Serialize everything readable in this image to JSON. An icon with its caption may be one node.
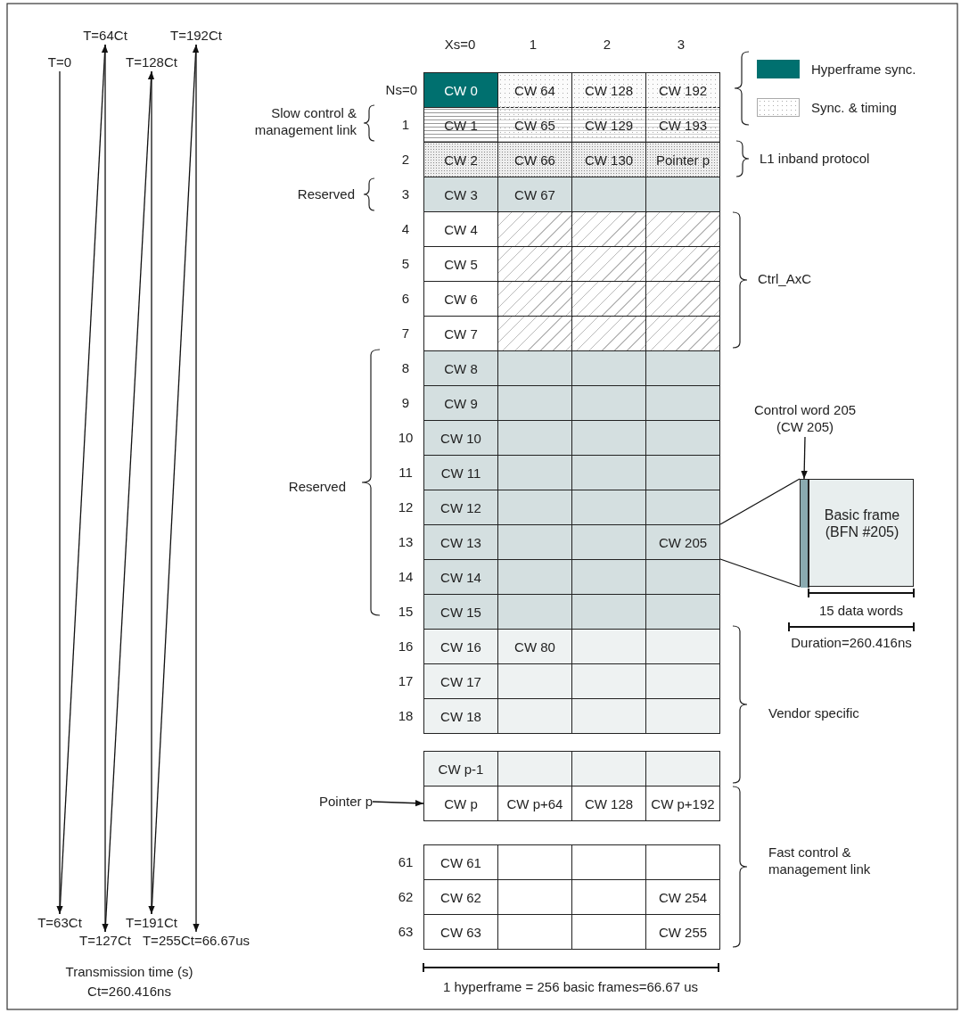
{
  "diagram": {
    "nodes": [
      {
        "text": [
          "T=0"
        ]
      },
      {
        "text": [
          "T=64Ct"
        ]
      },
      {
        "text": [
          "T=128Ct"
        ]
      },
      {
        "text": [
          "T=192Ct"
        ]
      },
      {
        "text": [
          "T=63Ct"
        ]
      },
      {
        "text": [
          "T=127Ct"
        ]
      },
      {
        "text": [
          "T=191Ct"
        ]
      },
      {
        "text": [
          "T=255Ct=66.67us"
        ]
      },
      {
        "text": [
          "CW 0"
        ]
      },
      {
        "text": [
          "CW 64"
        ]
      },
      {
        "text": [
          "CW 128"
        ]
      },
      {
        "text": [
          "CW 192"
        ]
      },
      {
        "text": [
          "CW 1"
        ]
      },
      {
        "text": [
          "CW 65"
        ]
      },
      {
        "text": [
          "CW 129"
        ]
      },
      {
        "text": [
          "CW 193"
        ]
      },
      {
        "text": [
          "CW 2"
        ]
      },
      {
        "text": [
          "CW 66"
        ]
      },
      {
        "text": [
          "CW 130"
        ]
      },
      {
        "text": [
          "Pointer p"
        ]
      },
      {
        "text": [
          "CW 3"
        ]
      },
      {
        "text": [
          "CW 67"
        ]
      },
      {
        "text": [],
        "shape": "box"
      },
      {
        "text": [],
        "shape": "box"
      },
      {
        "text": [
          "CW 4"
        ]
      },
      {
        "text": [],
        "shape": "box"
      },
      {
        "text": [],
        "shape": "box"
      },
      {
        "text": [],
        "shape": "box"
      },
      {
        "text": [
          "CW 5"
        ]
      },
      {
        "text": [],
        "shape": "box"
      },
      {
        "text": [],
        "shape": "box"
      },
      {
        "text": [],
        "shape": "box"
      },
      {
        "text": [
          "CW 6"
        ]
      },
      {
        "text": [],
        "shape": "box"
      },
      {
        "text": [],
        "shape": "box"
      },
      {
        "text": [],
        "shape": "box"
      },
      {
        "text": [
          "CW 7"
        ]
      },
      {
        "text": [],
        "shape": "box"
      },
      {
        "text": [],
        "shape": "box"
      },
      {
        "text": [],
        "shape": "box"
      },
      {
        "text": [
          "CW 8"
        ]
      },
      {
        "text": [],
        "shape": "box"
      },
      {
        "text": [],
        "shape": "box"
      },
      {
        "text": [],
        "shape": "box"
      },
      {
        "text": [
          "CW 9"
        ]
      },
      {
        "text": [],
        "shape": "box"
      },
      {
        "text": [],
        "shape": "box"
      },
      {
        "text": [],
        "shape": "box"
      },
      {
        "text": [
          "CW 10"
        ]
      },
      {
        "text": [],
        "shape": "box"
      },
      {
        "text": [],
        "shape": "box"
      },
      {
        "text": [],
        "shape": "box"
      },
      {
        "text": [
          "CW 11"
        ]
      },
      {
        "text": [],
        "shape": "box"
      },
      {
        "text": [],
        "shape": "box"
      },
      {
        "text": [],
        "shape": "box"
      },
      {
        "text": [
          "CW 12"
        ]
      },
      {
        "text": [],
        "shape": "box"
      },
      {
        "text": [],
        "shape": "box"
      },
      {
        "text": [],
        "shape": "box"
      },
      {
        "text": [
          "CW 13"
        ]
      },
      {
        "text": [],
        "shape": "box"
      },
      {
        "text": [],
        "shape": "box"
      },
      {
        "text": [
          "CW 205"
        ]
      },
      {
        "text": [
          "CW 14"
        ]
      },
      {
        "text": [],
        "shape": "box"
      },
      {
        "text": [],
        "shape": "box"
      },
      {
        "text": [],
        "shape": "box"
      },
      {
        "text": [
          "CW 15"
        ]
      },
      {
        "text": [],
        "shape": "box"
      },
      {
        "text": [],
        "shape": "box"
      },
      {
        "text": [],
        "shape": "box"
      },
      {
        "text": [
          "CW 16"
        ]
      },
      {
        "text": [
          "CW 80"
        ]
      },
      {
        "text": [],
        "shape": "box"
      },
      {
        "text": [],
        "shape": "box"
      },
      {
        "text": [
          "CW 17"
        ]
      },
      {
        "text": [],
        "shape": "box"
      },
      {
        "text": [],
        "shape": "box"
      },
      {
        "text": [],
        "shape": "box"
      },
      {
        "text": [
          "CW 18"
        ]
      },
      {
        "text": [],
        "shape": "box"
      },
      {
        "text": [],
        "shape": "box"
      },
      {
        "text": [],
        "shape": "box"
      },
      {
        "text": [
          "CW p-1"
        ]
      },
      {
        "text": [],
        "shape": "box"
      },
      {
        "text": [],
        "shape": "box"
      },
      {
        "text": [],
        "shape": "box"
      },
      {
        "text": [
          "CW p"
        ]
      },
      {
        "text": [
          "CW p+64"
        ]
      },
      {
        "text": [
          "CW 128"
        ]
      },
      {
        "text": [
          "CW p+192"
        ]
      },
      {
        "text": [
          "CW 61"
        ]
      },
      {
        "text": [],
        "shape": "box"
      },
      {
        "text": [],
        "shape": "box"
      },
      {
        "text": [],
        "shape": "box"
      },
      {
        "text": [
          "CW 62"
        ]
      },
      {
        "text": [],
        "shape": "box"
      },
      {
        "text": [],
        "shape": "box"
      },
      {
        "text": [
          "CW 254"
        ]
      },
      {
        "text": [
          "CW 63"
        ]
      },
      {
        "text": [],
        "shape": "box"
      },
      {
        "text": [],
        "shape": "box"
      },
      {
        "text": [
          "CW 255"
        ]
      },
      {
        "text": [
          "Control word 205 (CW 205)"
        ]
      },
      {
        "text": [
          "Basic frame (BFN #205)"
        ]
      },
      {
        "text": [],
        "shape": "bar",
        "in": 105
      },
      {
        "text": [
          "Pointer p"
        ]
      }
    ],
    "edges": [
      {
        "from": 0,
        "to": 4,
        "arrow": "to"
      },
      {
        "from": 4,
        "to": 1,
        "arrow": "to"
      },
      {
        "from": 1,
        "to": 5,
        "arrow": "to"
      },
      {
        "from": 5,
        "to": 2,
        "arrow": "to"
      },
      {
        "from": 2,
        "to": 6,
        "arrow": "to"
      },
      {
        "from": 6,
        "to": 3,
        "arrow": "to"
      },
      {
        "from": 3,
        "to": 7,
        "arrow": "to"
      },
      {
        "from": 104,
        "to": 106,
        "arrow": "to"
      },
      {
        "from": 63,
        "to": 105,
        "arrow": "none"
      },
      {
        "from": 63,
        "to": 105,
        "arrow": "none"
      },
      {
        "from": 107,
        "to": 88,
        "arrow": "to"
      }
    ],
    "labels": [
      "Xs=0",
      "1",
      "2",
      "3",
      "Ns=0",
      "Slow control & management link",
      "1",
      "2",
      "Reserved",
      "3",
      "4",
      "5",
      "6",
      "7",
      "Reserved",
      "8",
      "9",
      "10",
      "11",
      "12",
      "13",
      "14",
      "15",
      "16",
      "17",
      "18",
      "61",
      "62",
      "63",
      "L1 inband protocol",
      "Ctrl_AxC",
      "15 data words",
      "Duration=260.416ns",
      "Vendor specific",
      "Fast control & management link",
      "1 hyperframe = 256 basic frames=66.67 us",
      "Transmission time (s)",
      "Ct=260.416ns"
    ],
    "legend": [
      {
        "text": "Hyperframe sync.",
        "color": "#00706f"
      },
      {
        "text": "Sync. & timing"
      }
    ]
  }
}
